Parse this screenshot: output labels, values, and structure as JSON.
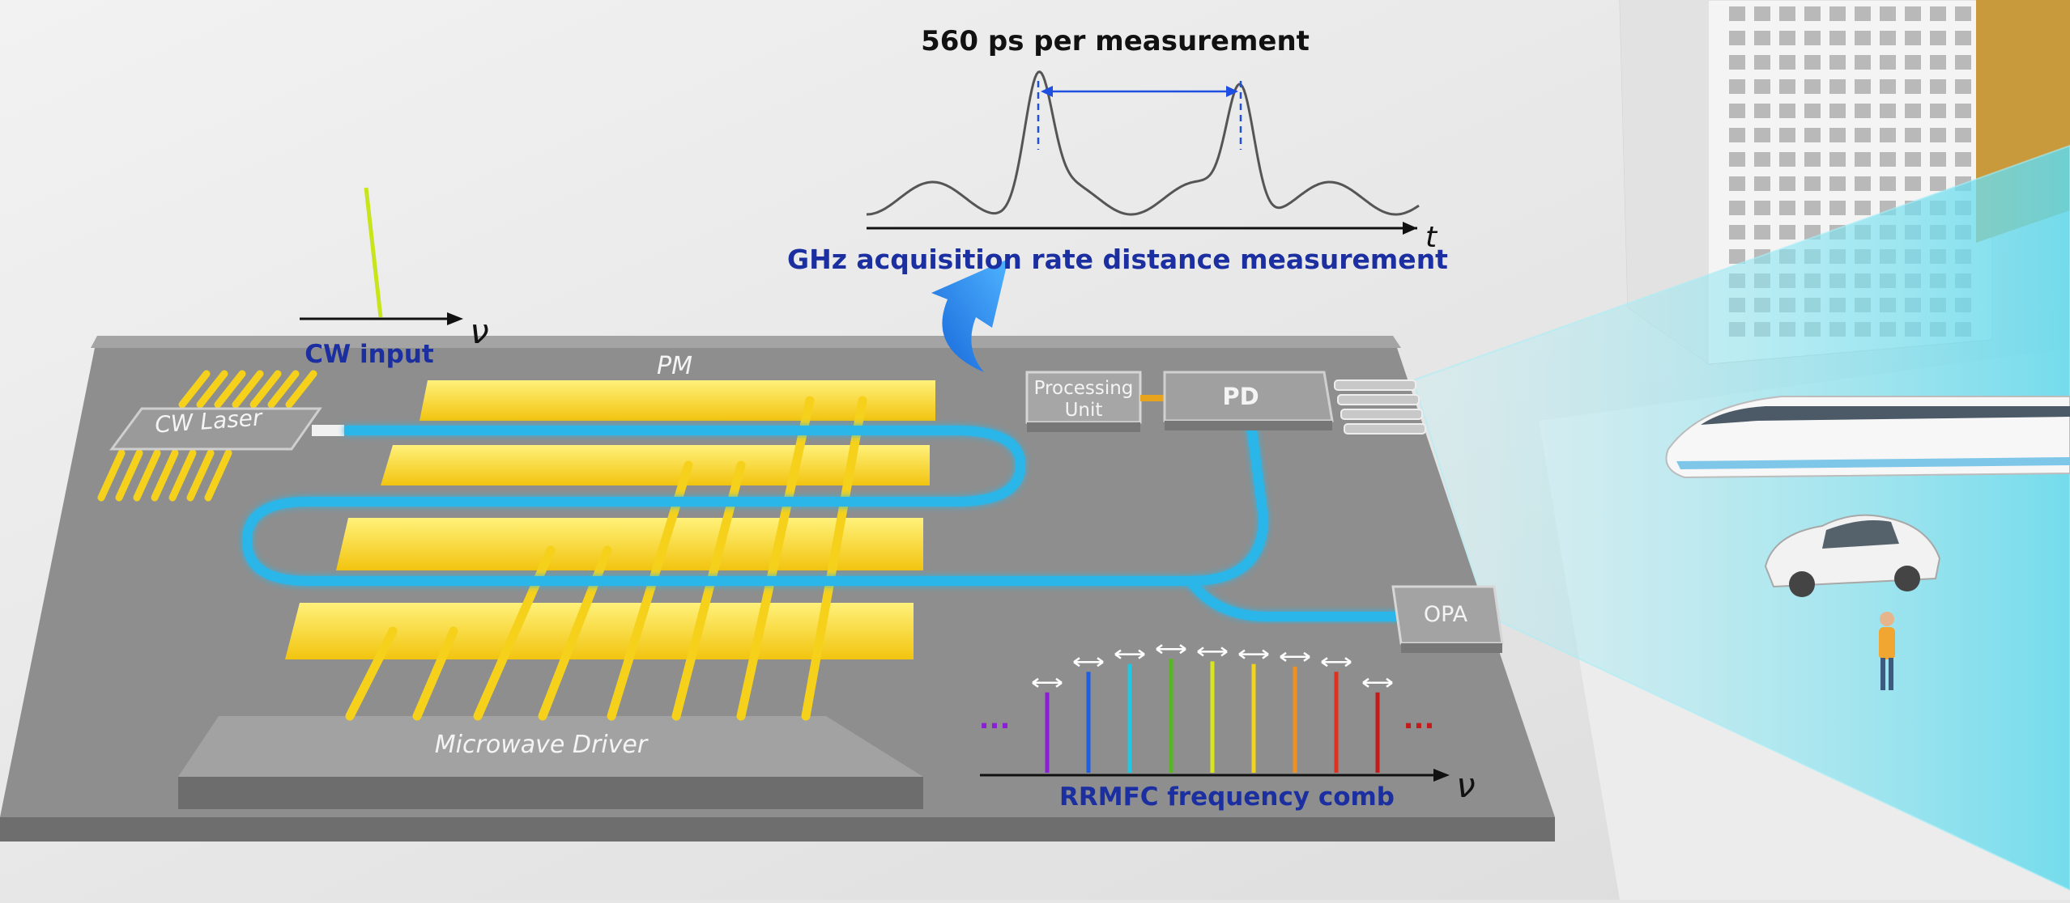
{
  "labels": {
    "measurement_title": "560 ps per measurement",
    "time_axis": "t",
    "acquisition": "GHz acquisition rate distance measurement",
    "cw_input": "CW input",
    "nu_input": "ν",
    "pm": "PM",
    "cw_laser": "CW Laser",
    "processing_line1": "Processing",
    "processing_line2": "Unit",
    "pd": "PD",
    "opa": "OPA",
    "microwave_driver": "Microwave Driver",
    "comb_label": "RRMFC frequency comb",
    "nu_comb": "ν",
    "dots_left": "...",
    "dots_right": "..."
  },
  "colors": {
    "label_blue": "#1b2fa0",
    "electrode": "#f5d11c",
    "waveguide": "#29b6e8",
    "chip": "#8e8e8e",
    "beam": "#8fe3f0"
  },
  "comb_lines": [
    {
      "color": "#8a1fd6",
      "h": 0.62
    },
    {
      "color": "#1f5fe0",
      "h": 0.78
    },
    {
      "color": "#1fc7e0",
      "h": 0.84
    },
    {
      "color": "#56b820",
      "h": 0.88
    },
    {
      "color": "#d9e61f",
      "h": 0.86
    },
    {
      "color": "#f2d51a",
      "h": 0.84
    },
    {
      "color": "#f09020",
      "h": 0.82
    },
    {
      "color": "#e0301f",
      "h": 0.78
    },
    {
      "color": "#c41a1a",
      "h": 0.62
    }
  ],
  "icons": {
    "arrow": "curved-arrow-icon",
    "building": "building-icon",
    "train": "train-icon",
    "car": "car-icon",
    "person": "person-icon"
  }
}
